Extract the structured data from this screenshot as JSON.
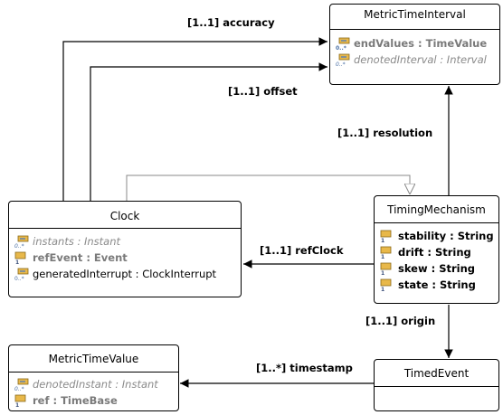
{
  "classes": {
    "metric_time_interval": {
      "name": "MetricTimeInterval",
      "attributes": [
        {
          "text": "endValues : TimeValue",
          "style": "boldgrey",
          "icon": "multi-attribute-icon"
        },
        {
          "text": "denotedInterval : Interval",
          "style": "grey",
          "icon": "multi-attribute-icon"
        }
      ]
    },
    "clock": {
      "name": "Clock",
      "attributes": [
        {
          "text": "instants : Instant",
          "style": "grey",
          "icon": "multi-attribute-icon"
        },
        {
          "text": "refEvent : Event",
          "style": "boldgrey",
          "icon": "single-attribute-icon"
        },
        {
          "text": "generatedInterrupt : ClockInterrupt",
          "style": "normal",
          "icon": "multi-attribute-icon"
        }
      ]
    },
    "timing_mechanism": {
      "name": "TimingMechanism",
      "attributes": [
        {
          "text": "stability : String",
          "style": "bold",
          "icon": "single-attribute-icon"
        },
        {
          "text": "drift : String",
          "style": "bold",
          "icon": "single-attribute-icon"
        },
        {
          "text": "skew : String",
          "style": "bold",
          "icon": "single-attribute-icon"
        },
        {
          "text": "state : String",
          "style": "bold",
          "icon": "single-attribute-icon"
        }
      ]
    },
    "metric_time_value": {
      "name": "MetricTimeValue",
      "attributes": [
        {
          "text": "denotedInstant : Instant",
          "style": "grey",
          "icon": "multi-attribute-icon"
        },
        {
          "text": "ref : TimeBase",
          "style": "boldgrey",
          "icon": "single-attribute-icon"
        }
      ]
    },
    "timed_event": {
      "name": "TimedEvent",
      "attributes": []
    }
  },
  "edges": {
    "accuracy": "[1..1] accuracy",
    "offset": "[1..1] offset",
    "resolution": "[1..1] resolution",
    "ref_clock": "[1..1] refClock",
    "origin": "[1..1] origin",
    "timestamp": "[1..*] timestamp"
  },
  "colors": {
    "single_icon_top": "#e8b84a",
    "multi_icon_bar": "#4a6fa5",
    "generalization": "#888888"
  }
}
